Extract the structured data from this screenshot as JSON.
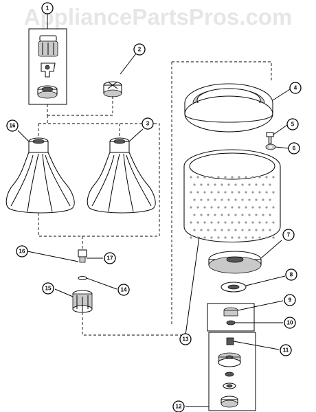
{
  "watermark": "AppliancePartsPros.com",
  "callouts": [
    "1",
    "2",
    "3",
    "4",
    "5",
    "6",
    "7",
    "8",
    "9",
    "10",
    "11",
    "12",
    "13",
    "14",
    "15",
    "16",
    "17"
  ]
}
